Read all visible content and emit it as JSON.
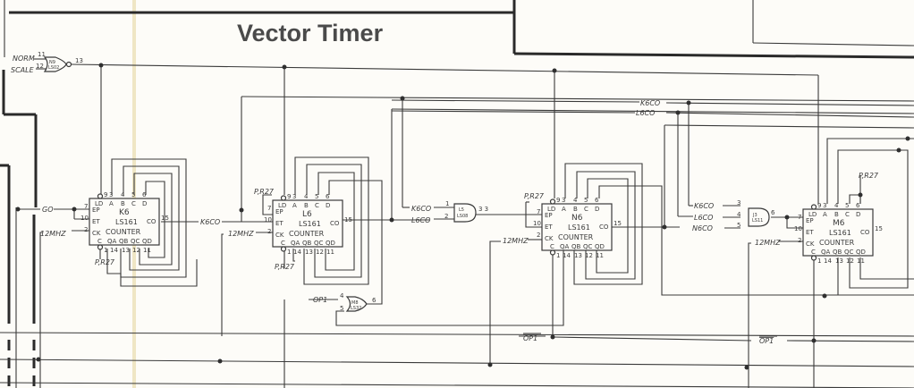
{
  "title": "Vector Timer",
  "inputs": {
    "norm": "NORM",
    "scale": "SCALE",
    "go": "GO",
    "clk": "12MHZ",
    "opi": "OP1",
    "opi_bar": "OP1"
  },
  "nor_gate": {
    "name": "N9",
    "type": "LS02",
    "pin_a": "11",
    "pin_b": "12",
    "pin_out": "13"
  },
  "gate_l5": {
    "name": "L5",
    "type": "LS08",
    "pin_a": "1",
    "pin_b": "2",
    "pin_out": "3 3"
  },
  "gate_m8": {
    "name": "M8",
    "type": "LS32",
    "pin_a": "4",
    "pin_b": "5",
    "pin_out": "6"
  },
  "gate_j3": {
    "name": "J3",
    "type": "LS11",
    "pin_a": "3",
    "pin_b": "4",
    "pin_c": "5",
    "pin_out": "6"
  },
  "pullup": "P,R27",
  "signals": {
    "k6co": "K6CO",
    "l6co": "L6CO",
    "n6co": "N6CO"
  },
  "counters": [
    {
      "name": "K6",
      "type": "LS161",
      "func": "COUNTER"
    },
    {
      "name": "L6",
      "type": "LS161",
      "func": "COUNTER"
    },
    {
      "name": "N6",
      "type": "LS161",
      "func": "COUNTER"
    },
    {
      "name": "M6",
      "type": "LS161",
      "func": "COUNTER"
    }
  ],
  "pins": {
    "ld": "LD",
    "a": "A",
    "b": "B",
    "c": "C",
    "d": "D",
    "ep": "EP",
    "et": "ET",
    "ck": "CK",
    "co": "CO",
    "clr": "C",
    "qa": "QA",
    "qb": "QB",
    "qc": "QC",
    "qd": "QD",
    "n1": "1",
    "n2": "2",
    "n3": "3",
    "n4": "4",
    "n5": "5",
    "n6": "6",
    "n7": "7",
    "n9": "9",
    "n10": "10",
    "n11": "11",
    "n12": "12",
    "n13": "13",
    "n14": "14",
    "n15": "15"
  }
}
